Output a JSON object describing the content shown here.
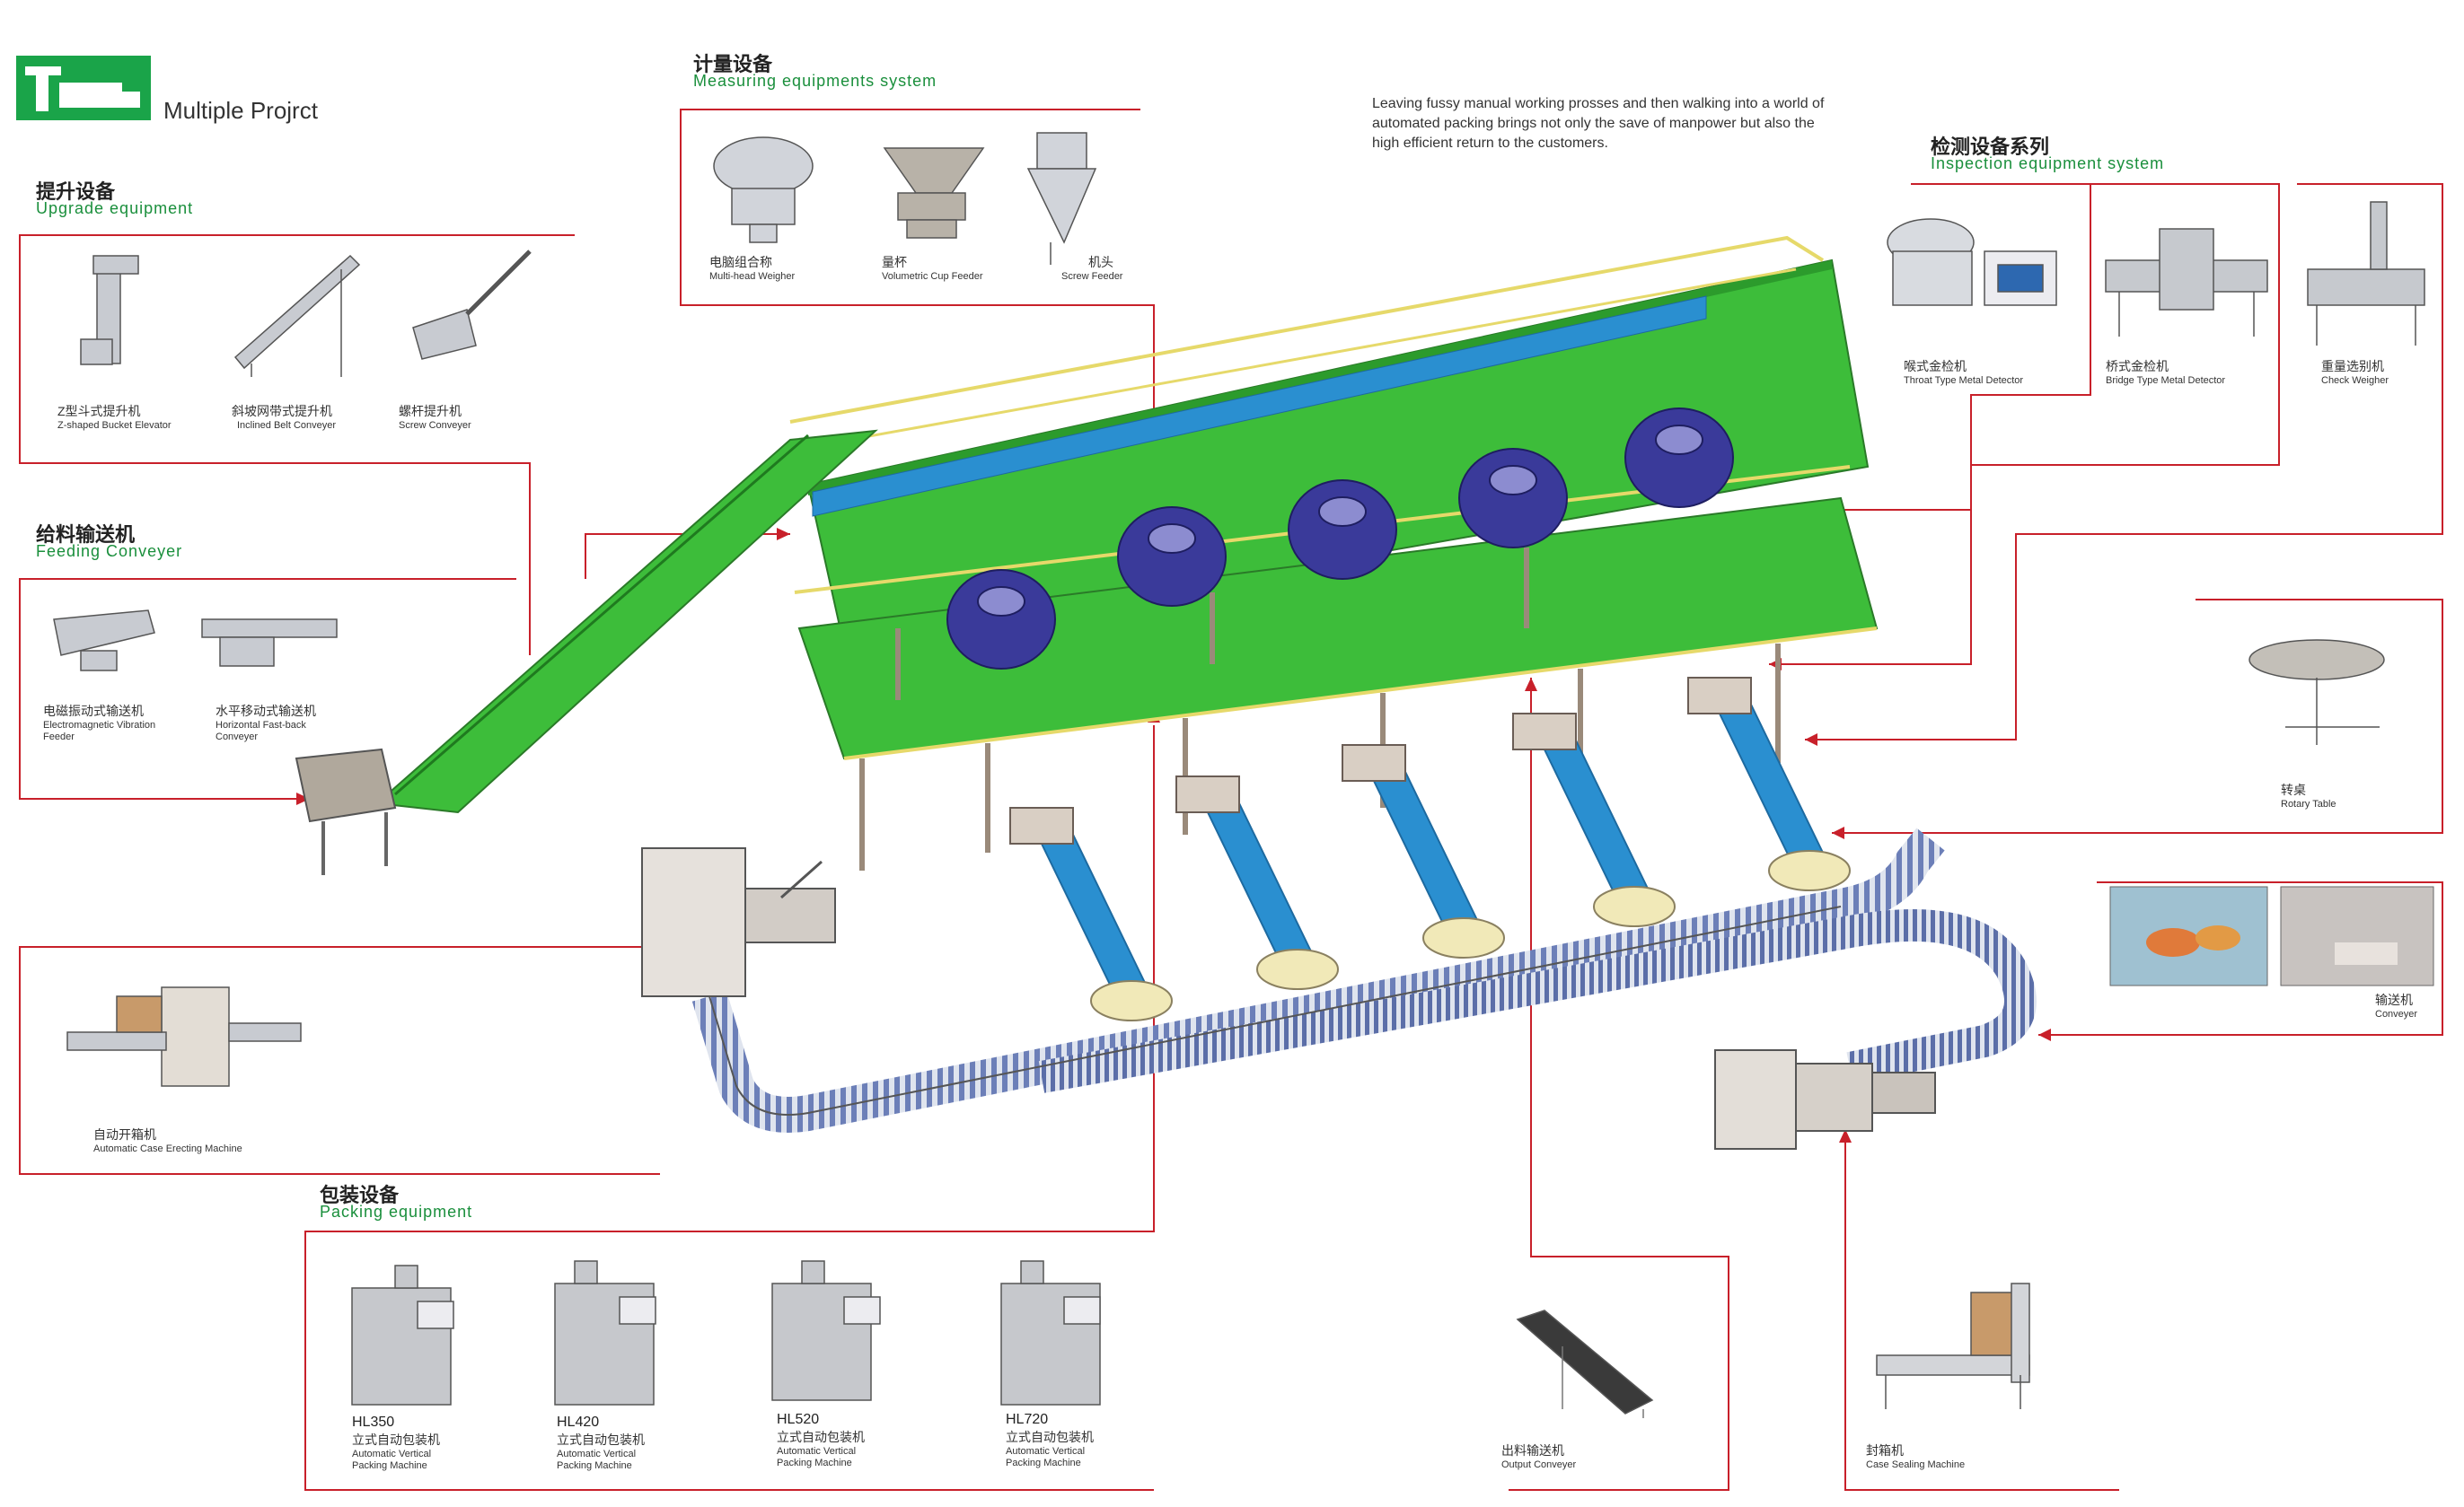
{
  "brand": {
    "name": "Multiple Projrct"
  },
  "description": "Leaving fussy manual working prosses and then walking into a world of automated packing brings not only the save of manpower but also the high efficient return to the customers.",
  "colors": {
    "red_line": "#c8202a",
    "green_accent": "#1a8f3c",
    "platform_green": "#3dbd3a",
    "conveyor_blue": "#2a8fd0",
    "weigher_purple": "#3a3a9a",
    "rail_yellow": "#e6d96a"
  },
  "sections": {
    "upgrade": {
      "title_cn": "提升设备",
      "title_en": "Upgrade equipment",
      "items": [
        {
          "cn": "Z型斗式提升机",
          "en": "Z-shaped Bucket Elevator"
        },
        {
          "cn": "斜坡网带式提升机",
          "en": "Inclined Belt Conveyer"
        },
        {
          "cn": "螺杆提升机",
          "en": "Screw Conveyer"
        }
      ]
    },
    "feeding": {
      "title_cn": "给料输送机",
      "title_en": "Feeding Conveyer",
      "items": [
        {
          "cn": "电磁振动式输送机",
          "en": "Electromagnetic Vibration Feeder"
        },
        {
          "cn": "水平移动式输送机",
          "en": "Horizontal Fast-back Conveyer"
        }
      ]
    },
    "measuring": {
      "title_cn": "计量设备",
      "title_en": "Measuring equipments system",
      "items": [
        {
          "cn": "电脑组合称",
          "en": "Multi-head Weigher"
        },
        {
          "cn": "量杯",
          "en": "Volumetric Cup Feeder"
        },
        {
          "cn": "机头",
          "en": "Screw Feeder"
        }
      ]
    },
    "inspection": {
      "title_cn": "检测设备系列",
      "title_en": "Inspection equipment system",
      "items": [
        {
          "cn": "喉式金检机",
          "en": "Throat Type Metal Detector"
        },
        {
          "cn": "桥式金检机",
          "en": "Bridge Type Metal Detector"
        },
        {
          "cn": "重量选别机",
          "en": "Check Weigher"
        }
      ]
    },
    "rotary": {
      "cn": "转桌",
      "en": "Rotary Table"
    },
    "conveyor": {
      "cn": "输送机",
      "en": "Conveyer"
    },
    "case_erecting": {
      "cn": "自动开箱机",
      "en": "Automatic Case Erecting Machine"
    },
    "packing": {
      "title_cn": "包装设备",
      "title_en": "Packing equipment",
      "items": [
        {
          "model": "HL350",
          "cn": "立式自动包装机",
          "en1": "Automatic Vertical",
          "en2": "Packing Machine"
        },
        {
          "model": "HL420",
          "cn": "立式自动包装机",
          "en1": "Automatic Vertical",
          "en2": "Packing Machine"
        },
        {
          "model": "HL520",
          "cn": "立式自动包装机",
          "en1": "Automatic Vertical",
          "en2": "Packing Machine"
        },
        {
          "model": "HL720",
          "cn": "立式自动包装机",
          "en1": "Automatic Vertical",
          "en2": "Packing Machine"
        }
      ]
    },
    "output": {
      "cn": "出料输送机",
      "en": "Output Conveyer"
    },
    "sealing": {
      "cn": "封箱机",
      "en": "Case Sealing Machine"
    }
  }
}
